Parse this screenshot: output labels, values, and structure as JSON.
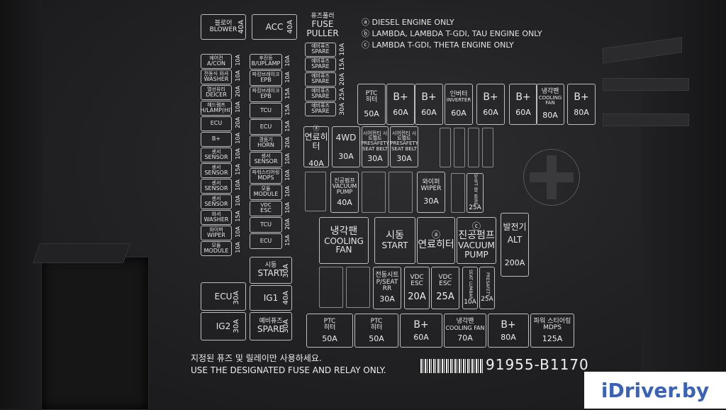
{
  "notes": [
    "ⓐ DIESEL ENGINE ONLY",
    "ⓑ LAMBDA, LAMBDA T-GDI, TAU ENGINE ONLY",
    "ⓒ LAMBDA T-GDI, THETA ENGINE ONLY"
  ],
  "top_row": {
    "blower": {
      "ko": "블로어",
      "en": "BLOWER",
      "amp": "40A"
    },
    "acc": {
      "en": "ACC",
      "amp": "40A"
    },
    "puller": {
      "ko": "퓨즈풀러",
      "en1": "FUSE",
      "en2": "PULLER"
    }
  },
  "spares": [
    {
      "ko": "예비퓨즈",
      "en": "SPARE",
      "amp": "10A"
    },
    {
      "ko": "예비퓨즈",
      "en": "SPARE",
      "amp": "15A"
    },
    {
      "ko": "예비퓨즈",
      "en": "SPARE",
      "amp": "20A"
    },
    {
      "ko": "예비퓨즈",
      "en": "SPARE",
      "amp": "25A"
    },
    {
      "ko": "예비퓨즈",
      "en": "SPARE",
      "amp": "30A"
    }
  ],
  "left_col": [
    {
      "ko": "에어컨",
      "en": "A/CON",
      "amp": "10A"
    },
    {
      "ko": "전동식 와셔",
      "en": "WASHER",
      "amp": "10A"
    },
    {
      "ko": "열선유리",
      "en": "DEICER",
      "amp": "20A"
    },
    {
      "ko": "헤드램프",
      "en": "H/LAMP(HI)",
      "amp": "10A"
    },
    {
      "ko": "",
      "en": "ECU",
      "amp": "20A"
    },
    {
      "ko": "",
      "en": "B+",
      "amp": "10A"
    },
    {
      "ko": "센서",
      "en": "SENSOR",
      "amp": "10A"
    },
    {
      "ko": "센서",
      "en": "SENSOR",
      "amp": "15A"
    },
    {
      "ko": "센서",
      "en": "SENSOR",
      "amp": "10A"
    },
    {
      "ko": "센서",
      "en": "SENSOR",
      "amp": "10A"
    },
    {
      "ko": "와셔",
      "en": "WASHER",
      "amp": "15A"
    },
    {
      "ko": "와이퍼",
      "en": "WIPER",
      "amp": "10A"
    },
    {
      "ko": "모듈",
      "en": "MODULE",
      "amp": "10A"
    }
  ],
  "mid_col": [
    {
      "ko": "후진등",
      "en": "B/UPLAMP",
      "amp": "10A"
    },
    {
      "ko": "파킹브레이크",
      "en": "EPB",
      "amp": "10A"
    },
    {
      "ko": "파킹브레이크",
      "en": "EPB",
      "amp": "15A"
    },
    {
      "ko": "",
      "en": "TCU",
      "amp": "15A"
    },
    {
      "ko": "",
      "en": "ECU",
      "amp": "15A"
    },
    {
      "ko": "경음기",
      "en": "HORN",
      "amp": "20A"
    },
    {
      "ko": "센서",
      "en": "SENSOR",
      "amp": "10A"
    },
    {
      "ko": "파워스티어링",
      "en": "MDPS",
      "amp": "10A"
    },
    {
      "ko": "모듈",
      "en": "MODULE",
      "amp": "10A"
    },
    {
      "ko": "VDC",
      "en": "ESC",
      "amp": "10A"
    },
    {
      "ko": "",
      "en": "TCU",
      "amp": "20A"
    },
    {
      "ko": "",
      "en": "ECU",
      "amp": "15A"
    }
  ],
  "upper_row": [
    {
      "ko": "PTC",
      "en": "히터",
      "amp": "50A"
    },
    {
      "ko": "",
      "en": "B+",
      "amp": "60A"
    },
    {
      "ko": "",
      "en": "B+",
      "amp": "60A"
    },
    {
      "ko": "인버터",
      "en": "INVERTER",
      "amp": "60A"
    },
    {
      "ko": "",
      "en": "B+",
      "amp": "60A"
    },
    {
      "ko": "",
      "en": "B+",
      "amp": "60A"
    },
    {
      "ko": "냉각팬",
      "en": "COOLING FAN",
      "amp": "80A"
    },
    {
      "ko": "",
      "en": "B+",
      "amp": "80A"
    }
  ],
  "mid_row": {
    "fuel_heater": {
      "ko": "연료히터",
      "amp": "40A"
    },
    "fwd": {
      "en": "4WD",
      "amp": "30A"
    },
    "seatbelt1": {
      "ko": "시어전티 시트벨트",
      "en": "PRESAFETY SEAT BELT",
      "amp": "30A"
    },
    "seatbelt2": {
      "ko": "시어전티 시트벨트",
      "en": "PRESAFETY SEAT BELT",
      "amp": "30A"
    },
    "vacuum_small": {
      "ko": "진공펌프",
      "en": "VACUUM PUMP",
      "amp": "40A"
    },
    "wiper": {
      "ko": "와이퍼",
      "en": "WIPER",
      "amp": "30A"
    },
    "vert25": {
      "en": "SHIFT BY WIRE",
      "amp": "25A"
    }
  },
  "relays": {
    "cooling_fan": {
      "ko": "냉각팬",
      "en1": "COOLING",
      "en2": "FAN"
    },
    "start": {
      "ko": "시동",
      "en": "START"
    },
    "fuel_heater": {
      "ko": "연료히터"
    },
    "vacuum_pump": {
      "ko": "진공펌프",
      "en1": "VACUUM",
      "en2": "PUMP"
    },
    "alt": {
      "ko": "발전기",
      "en": "ALT",
      "amp": "200A"
    }
  },
  "lower_left": {
    "ecu": {
      "en": "ECU",
      "amp": "30A"
    },
    "ig2": {
      "en": "IG2",
      "amp": "30A"
    },
    "start": {
      "ko": "시동",
      "en": "START",
      "amp": "30A"
    },
    "ig1": {
      "en": "IG1",
      "amp": "40A"
    },
    "spare": {
      "ko": "예비퓨즈",
      "en": "SPARE",
      "amp": "30A"
    }
  },
  "lower_mid": {
    "pseat": {
      "ko": "전동시트",
      "en": "P/SEAT RR",
      "amp": "30A"
    },
    "vdc1": {
      "en1": "VDC",
      "en2": "ESC",
      "amp": "20A"
    },
    "vdc2": {
      "en1": "VDC",
      "en2": "ESC",
      "amp": "25A"
    },
    "seat_lumbar": {
      "en": "SEAT LUMBAR",
      "amp": "10A"
    },
    "epb_rr": {
      "en": "PRESAFETY",
      "amp": "25A"
    }
  },
  "bottom_row": [
    {
      "ko": "PTC",
      "en": "히터",
      "amp": "50A"
    },
    {
      "ko": "PTC",
      "en": "히터",
      "amp": "50A"
    },
    {
      "ko": "",
      "en": "B+",
      "amp": "60A"
    },
    {
      "ko": "냉각팬",
      "en": "COOLING FAN",
      "amp": "70A"
    },
    {
      "ko": "",
      "en": "B+",
      "amp": "80A"
    },
    {
      "ko": "파워 스티어링",
      "en": "MDPS",
      "amp": "125A"
    }
  ],
  "footer": {
    "ko": "지정된 퓨즈 및 릴레이만 사용하세요.",
    "en": "USE THE DESIGNATED FUSE AND RELAY ONLY.",
    "part_no": "91955-B1170"
  },
  "watermark": "iDriver.by"
}
